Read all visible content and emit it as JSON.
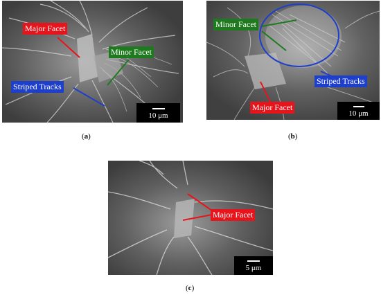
{
  "panels": {
    "a": {
      "labels": {
        "major_facet": "Major Facet",
        "minor_facet": "Minor Facet",
        "striped_tracks": "Striped Tracks"
      },
      "scale_bar": "10 μm",
      "caption_letter": "a"
    },
    "b": {
      "labels": {
        "minor_facet": "Minor Facet",
        "striped_tracks": "Striped Tracks",
        "major_facet": "Major Facet"
      },
      "scale_bar": "10 μm",
      "caption_letter": "b"
    },
    "c": {
      "labels": {
        "major_facet": "Major Facet"
      },
      "scale_bar": "5 μm",
      "caption_letter": "c"
    }
  },
  "colors": {
    "major_facet": "#e8141c",
    "minor_facet": "#1f7a1f",
    "striped_tracks": "#1e3fcc",
    "scale_box": "#000000"
  }
}
